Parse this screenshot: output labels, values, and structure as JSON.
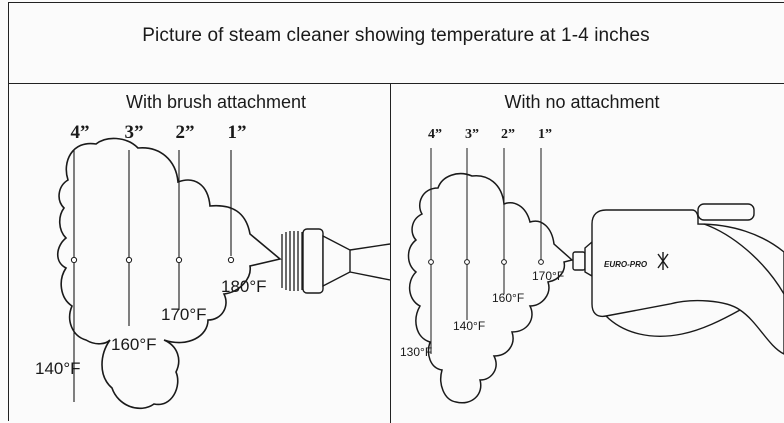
{
  "title": "Picture of steam cleaner showing temperature at 1-4 inches",
  "left_panel": {
    "heading": "With brush attachment",
    "distances": [
      "4”",
      "3”",
      "2”",
      "1”"
    ],
    "temps": [
      "140°F",
      "160°F",
      "170°F",
      "180°F"
    ]
  },
  "right_panel": {
    "heading": "With no attachment",
    "distances": [
      "4”",
      "3”",
      "2”",
      "1”"
    ],
    "temps": [
      "130°F",
      "140°F",
      "160°F",
      "170°F"
    ],
    "brand": "EURO-PRO"
  }
}
